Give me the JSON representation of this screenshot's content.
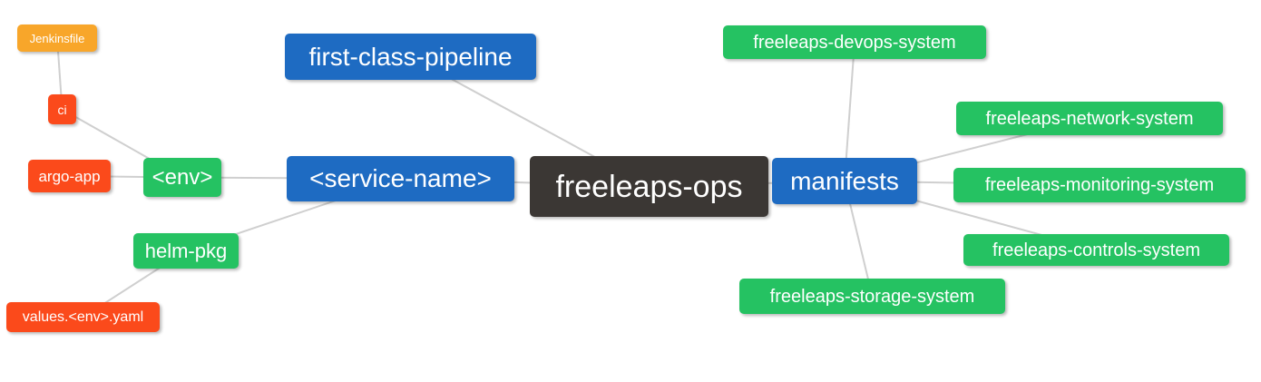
{
  "diagram": {
    "type": "mindmap",
    "edge_color": "#cfcfcf",
    "palette": {
      "blue": "#1e6bc2",
      "green": "#25c262",
      "orange": "#f8a62a",
      "red": "#fb4a1b",
      "dark": "#3b3734"
    },
    "nodes": [
      {
        "id": "jenkinsfile",
        "label": "Jenkinsfile",
        "color": "orange"
      },
      {
        "id": "ci",
        "label": "ci",
        "color": "red"
      },
      {
        "id": "argo-app",
        "label": "argo-app",
        "color": "red"
      },
      {
        "id": "env",
        "label": "<env>",
        "color": "green"
      },
      {
        "id": "helm-pkg",
        "label": "helm-pkg",
        "color": "green"
      },
      {
        "id": "values-env-yaml",
        "label": "values.<env>.yaml",
        "color": "red"
      },
      {
        "id": "first-class-pipeline",
        "label": "first-class-pipeline",
        "color": "blue"
      },
      {
        "id": "service-name",
        "label": "<service-name>",
        "color": "blue"
      },
      {
        "id": "freeleaps-ops",
        "label": "freeleaps-ops",
        "color": "dark"
      },
      {
        "id": "manifests",
        "label": "manifests",
        "color": "blue"
      },
      {
        "id": "devops-system",
        "label": "freeleaps-devops-system",
        "color": "green"
      },
      {
        "id": "network-system",
        "label": "freeleaps-network-system",
        "color": "green"
      },
      {
        "id": "monitoring-system",
        "label": "freeleaps-monitoring-system",
        "color": "green"
      },
      {
        "id": "controls-system",
        "label": "freeleaps-controls-system",
        "color": "green"
      },
      {
        "id": "storage-system",
        "label": "freeleaps-storage-system",
        "color": "green"
      }
    ],
    "edges": [
      {
        "from": "jenkinsfile",
        "to": "ci"
      },
      {
        "from": "ci",
        "to": "env"
      },
      {
        "from": "argo-app",
        "to": "env"
      },
      {
        "from": "env",
        "to": "service-name"
      },
      {
        "from": "helm-pkg",
        "to": "service-name"
      },
      {
        "from": "values-env-yaml",
        "to": "helm-pkg"
      },
      {
        "from": "first-class-pipeline",
        "to": "freeleaps-ops"
      },
      {
        "from": "service-name",
        "to": "freeleaps-ops"
      },
      {
        "from": "freeleaps-ops",
        "to": "manifests"
      },
      {
        "from": "manifests",
        "to": "devops-system"
      },
      {
        "from": "manifests",
        "to": "network-system"
      },
      {
        "from": "manifests",
        "to": "monitoring-system"
      },
      {
        "from": "manifests",
        "to": "controls-system"
      },
      {
        "from": "manifests",
        "to": "storage-system"
      }
    ]
  }
}
